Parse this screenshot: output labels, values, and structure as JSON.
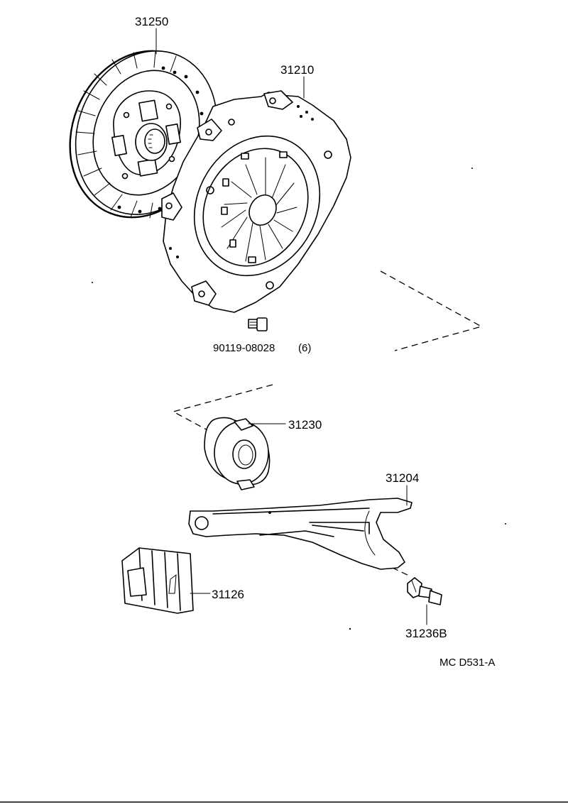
{
  "diagram": {
    "parts": [
      {
        "id": "clutch-disc",
        "number": "31250"
      },
      {
        "id": "clutch-cover",
        "number": "31210"
      },
      {
        "id": "cover-bolt",
        "number": "90119-08028",
        "qty": "(6)"
      },
      {
        "id": "release-bearing",
        "number": "31230"
      },
      {
        "id": "release-fork",
        "number": "31204"
      },
      {
        "id": "fork-boot",
        "number": "31126"
      },
      {
        "id": "fork-support",
        "number": "31236B"
      }
    ],
    "figure_code": "MC D531-A"
  },
  "colors": {
    "ink": "#000000",
    "paper": "#ffffff"
  }
}
